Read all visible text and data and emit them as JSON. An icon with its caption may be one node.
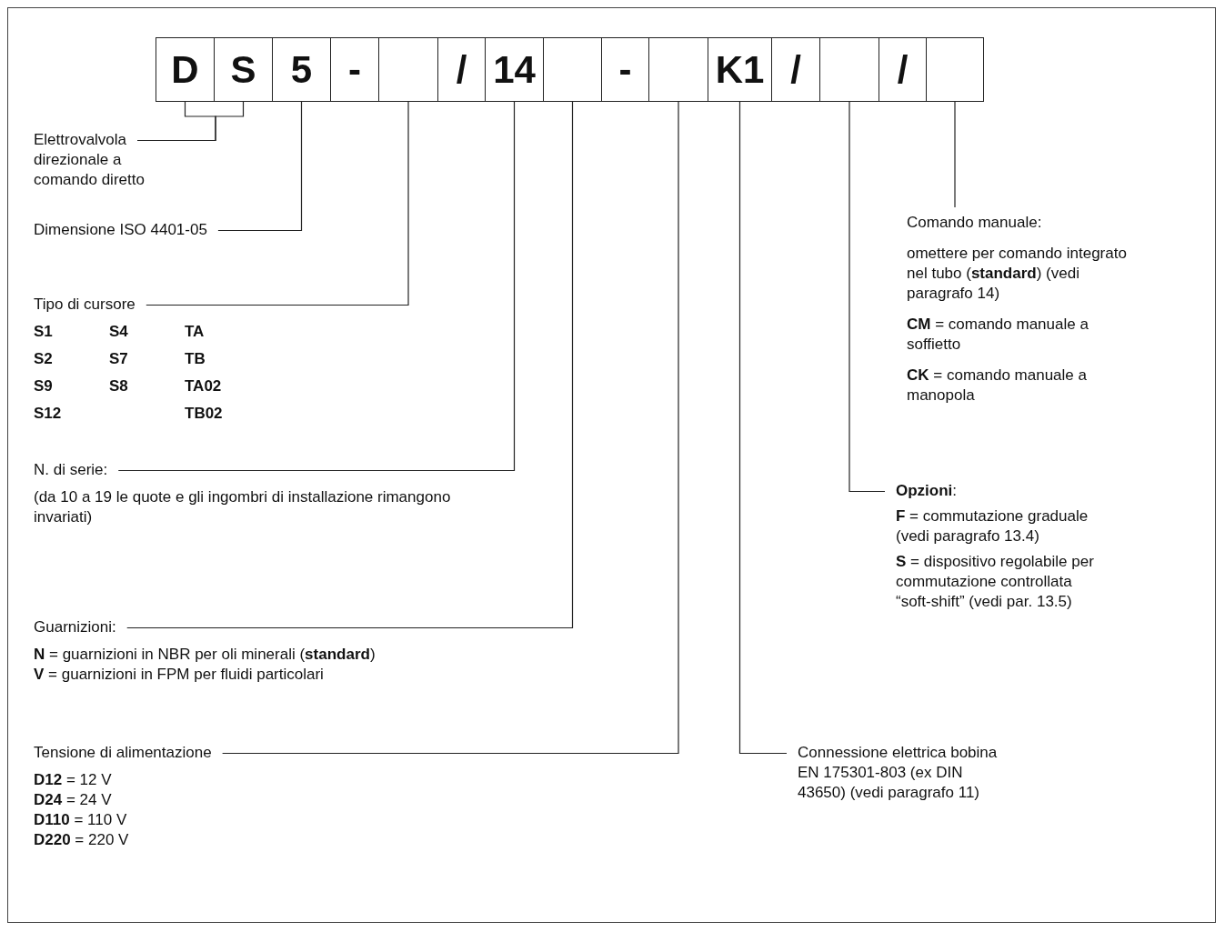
{
  "diagram": {
    "nodes": [
      {
        "text": [
          "D"
        ]
      },
      {
        "text": [
          "S"
        ]
      },
      {
        "text": [
          "5"
        ]
      },
      {
        "text": [
          "-"
        ]
      },
      {
        "text": [],
        "shape": "box"
      },
      {
        "text": [
          "/"
        ]
      },
      {
        "text": [
          "14"
        ]
      },
      {
        "text": [],
        "shape": "box"
      },
      {
        "text": [
          "-"
        ]
      },
      {
        "text": [],
        "shape": "box"
      },
      {
        "text": [
          "K1"
        ]
      },
      {
        "text": [
          "/"
        ]
      },
      {
        "text": [],
        "shape": "box"
      },
      {
        "text": [
          "/"
        ]
      },
      {
        "text": [],
        "shape": "box"
      },
      {
        "text": [
          "Elettrovalvola direzionale a comando diretto"
        ]
      },
      {
        "text": [
          "Dimensione ISO 4401-05"
        ]
      },
      {
        "text": [
          "Comando manuale:",
          "omettere per comando integrato nel tubo (**standard**) (vedi paragrafo 14)",
          "**CM** = comando manuale a soffietto",
          "**CK** = comando manuale a manopola"
        ]
      },
      {
        "text": [
          "Tipo di cursore",
          "S1",
          "S4",
          "TA",
          "S2",
          "S7",
          "TB",
          "S9",
          "S8",
          "TA02",
          "S12",
          "TB02"
        ]
      },
      {
        "text": [
          "N. di serie:",
          "(da 10 a 19 le quote e gli ingombri di installazione rimangono invariati)"
        ]
      },
      {
        "text": [
          "**Opzioni**:",
          "**F** = commutazione graduale (vedi paragrafo 13.4)",
          "**S** = dispositivo regolabile per commutazione controllata “soft-shift” (vedi par. 13.5)"
        ]
      },
      {
        "text": [
          "Guarnizioni:",
          "**N** = guarnizioni in NBR per oli minerali (**standard**)",
          "**V** = guarnizioni in FPM per fluidi particolari"
        ]
      },
      {
        "text": [
          "Tensione di alimentazione",
          "**D12** = 12 V",
          "**D24** = 24 V",
          "**D110** = 110 V",
          "**D220** = 220 V"
        ]
      },
      {
        "text": [
          "Connessione elettrica bobina EN 175301-803 (ex DIN 43650) (vedi paragrafo 11)"
        ]
      }
    ],
    "edges": [
      {
        "from": 15,
        "to": 0,
        "arrow": "none"
      },
      {
        "from": 15,
        "to": 1,
        "arrow": "none"
      },
      {
        "from": 16,
        "to": 2,
        "arrow": "none"
      },
      {
        "from": 18,
        "to": 4,
        "arrow": "none"
      },
      {
        "from": 19,
        "to": 6,
        "arrow": "none"
      },
      {
        "from": 21,
        "to": 7,
        "arrow": "none"
      },
      {
        "from": 22,
        "to": 9,
        "arrow": "none"
      },
      {
        "from": 23,
        "to": 10,
        "arrow": "none"
      },
      {
        "from": 20,
        "to": 12,
        "arrow": "none"
      },
      {
        "from": 17,
        "to": 14,
        "arrow": "none"
      }
    ]
  }
}
